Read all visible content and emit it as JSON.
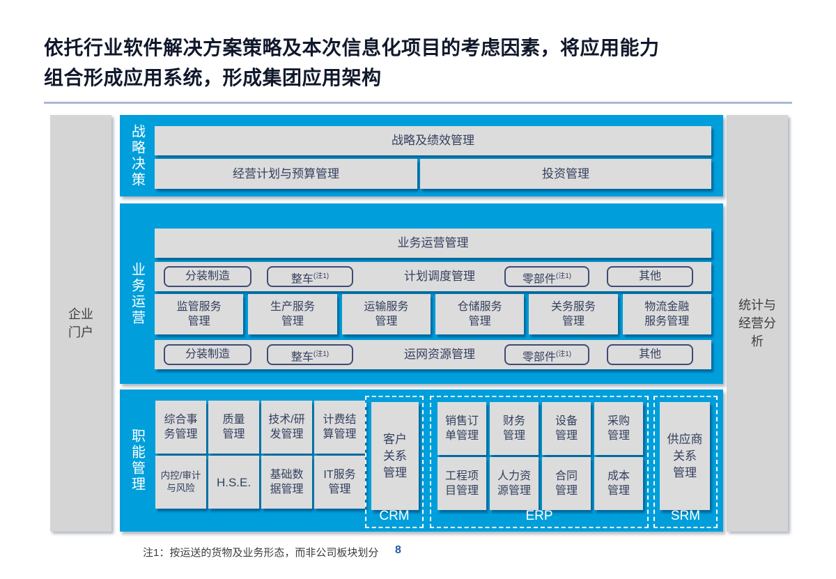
{
  "page": {
    "title_line1": "依托行业软件解决方案策略及本次信息化项目的考虑因素，将应用能力",
    "title_line2": "组合形成应用系统，形成集团应用架构",
    "footnote": "注1：按运送的货物及业务形态，而非公司板块划分",
    "page_number": "8"
  },
  "colors": {
    "accent_blue": "#009FDB",
    "panel_gray": "#DCDCDC",
    "portal_gray": "#D5D5D5",
    "text_navy": "#333F5E",
    "title_color": "#10182B",
    "divider": "#A9BAD6",
    "pill_border": "#3E4B78",
    "page_number_blue": "#2357A5"
  },
  "portals": {
    "left": "企业\n门户",
    "right": "统计与\n经营分\n析"
  },
  "strategy": {
    "label": "战略决策",
    "row1": "战略及绩效管理",
    "row2_left": "经营计划与预算管理",
    "row2_right": "投资管理"
  },
  "operations": {
    "label": "业务运营",
    "banner": "业务运营管理",
    "note_sup": "(注1)",
    "row1": {
      "pill1": "分装制造",
      "pill2": "整车",
      "center": "计划调度管理",
      "pill3": "零部件",
      "pill4": "其他"
    },
    "services": [
      "监管服务\n管理",
      "生产服务\n管理",
      "运输服务\n管理",
      "仓储服务\n管理",
      "关务服务\n管理",
      "物流金融\n服务管理"
    ],
    "row2": {
      "pill1": "分装制造",
      "pill2": "整车",
      "center": "运网资源管理",
      "pill3": "零部件",
      "pill4": "其他"
    }
  },
  "functions": {
    "label": "职能管理",
    "admin_top": [
      "综合事\n务管理",
      "质量\n管理",
      "技术/研\n发管理",
      "计费结\n算管理"
    ],
    "admin_bottom": [
      "内控/审计\n与风险",
      "H.S.E.",
      "基础数\n据管理",
      "IT服务\n管理"
    ],
    "crm": {
      "box": "客户\n关系\n管理",
      "label": "CRM"
    },
    "erp": {
      "top": [
        "销售订\n单管理",
        "财务\n管理",
        "设备\n管理",
        "采购\n管理"
      ],
      "bottom": [
        "工程项\n目管理",
        "人力资\n源管理",
        "合同\n管理",
        "成本\n管理"
      ],
      "label": "ERP"
    },
    "srm": {
      "box": "供应商\n关系\n管理",
      "label": "SRM"
    }
  }
}
